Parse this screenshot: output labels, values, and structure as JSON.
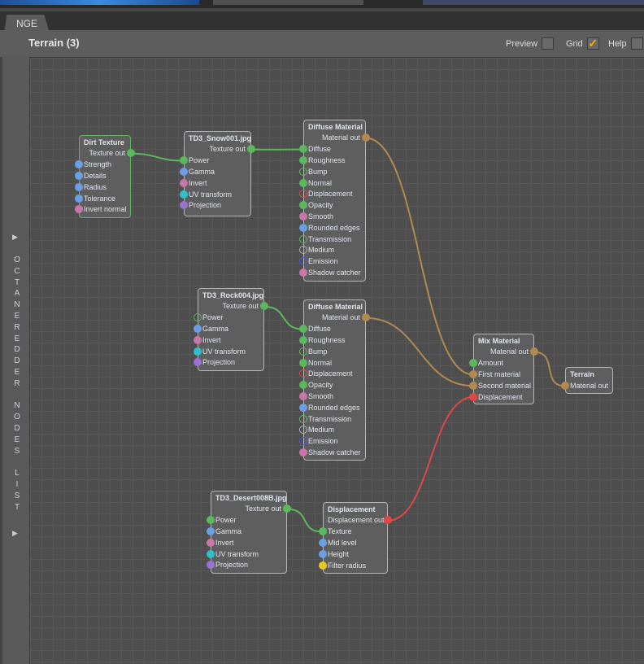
{
  "tab": "NGE",
  "header": {
    "title": "Terrain (3)",
    "preview_label": "Preview",
    "preview_checked": false,
    "grid_label": "Grid",
    "grid_checked": true,
    "help_label": "Help",
    "help_checked": false
  },
  "sidebar": {
    "label": "OCTANEREDDER NODES LIST"
  },
  "colors": {
    "green": "#5cb85c",
    "blue": "#6a9fe6",
    "pink": "#c878a8",
    "cyan": "#2fc0c8",
    "purple": "#9a72d0",
    "tan": "#b08a50",
    "red": "#e04848",
    "grey": "#b0b0b0",
    "darkblue": "#4a5ae8",
    "yellow": "#e8c820"
  },
  "nodes": [
    {
      "id": "dirt",
      "title": "Dirt Texture",
      "selected": true,
      "output": {
        "label": "Texture out",
        "color": "green"
      },
      "inputs": [
        {
          "label": "Strength",
          "color": "blue"
        },
        {
          "label": "Details",
          "color": "blue"
        },
        {
          "label": "Radius",
          "color": "blue"
        },
        {
          "label": "Tolerance",
          "color": "blue"
        },
        {
          "label": "Invert normal",
          "color": "pink"
        }
      ]
    },
    {
      "id": "snow",
      "title": "TD3_Snow001.jpg",
      "output": {
        "label": "Texture out",
        "color": "green"
      },
      "inputs": [
        {
          "label": "Power",
          "color": "green"
        },
        {
          "label": "Gamma",
          "color": "blue"
        },
        {
          "label": "Invert",
          "color": "pink"
        },
        {
          "label": "UV transform",
          "color": "cyan"
        },
        {
          "label": "Projection",
          "color": "purple"
        }
      ]
    },
    {
      "id": "diff1",
      "title": "Diffuse Material",
      "output": {
        "label": "Material out",
        "color": "tan"
      },
      "inputs": [
        {
          "label": "Diffuse",
          "color": "green"
        },
        {
          "label": "Roughness",
          "color": "green"
        },
        {
          "label": "Bump",
          "color": "green",
          "hollow": true
        },
        {
          "label": "Normal",
          "color": "green"
        },
        {
          "label": "Displacement",
          "color": "red",
          "hollow": true
        },
        {
          "label": "Opacity",
          "color": "green"
        },
        {
          "label": "Smooth",
          "color": "pink"
        },
        {
          "label": "Rounded edges",
          "color": "blue"
        },
        {
          "label": "Transmission",
          "color": "green",
          "hollow": true
        },
        {
          "label": "Medium",
          "color": "grey",
          "hollow": true
        },
        {
          "label": "Emission",
          "color": "darkblue",
          "hollow": true
        },
        {
          "label": "Shadow  catcher",
          "color": "pink"
        }
      ]
    },
    {
      "id": "rock",
      "title": "TD3_Rock004.jpg",
      "output": {
        "label": "Texture out",
        "color": "green"
      },
      "inputs": [
        {
          "label": "Power",
          "color": "green",
          "hollow": true
        },
        {
          "label": "Gamma",
          "color": "blue"
        },
        {
          "label": "Invert",
          "color": "pink"
        },
        {
          "label": "UV transform",
          "color": "cyan"
        },
        {
          "label": "Projection",
          "color": "purple"
        }
      ]
    },
    {
      "id": "diff2",
      "title": "Diffuse Material",
      "output": {
        "label": "Material out",
        "color": "tan"
      },
      "inputs": [
        {
          "label": "Diffuse",
          "color": "green"
        },
        {
          "label": "Roughness",
          "color": "green"
        },
        {
          "label": "Bump",
          "color": "green",
          "hollow": true
        },
        {
          "label": "Normal",
          "color": "green"
        },
        {
          "label": "Displacement",
          "color": "red",
          "hollow": true
        },
        {
          "label": "Opacity",
          "color": "green"
        },
        {
          "label": "Smooth",
          "color": "pink"
        },
        {
          "label": "Rounded edges",
          "color": "blue"
        },
        {
          "label": "Transmission",
          "color": "green",
          "hollow": true
        },
        {
          "label": "Medium",
          "color": "grey",
          "hollow": true
        },
        {
          "label": "Emission",
          "color": "darkblue",
          "hollow": true
        },
        {
          "label": "Shadow  catcher",
          "color": "pink"
        }
      ]
    },
    {
      "id": "mix",
      "title": "Mix Material",
      "output": {
        "label": "Material out",
        "color": "tan"
      },
      "inputs": [
        {
          "label": "Amount",
          "color": "green"
        },
        {
          "label": "First material",
          "color": "tan"
        },
        {
          "label": "Second material",
          "color": "tan"
        },
        {
          "label": "Displacement",
          "color": "red"
        }
      ]
    },
    {
      "id": "terrain",
      "title": "Terrain",
      "inputs": [
        {
          "label": "Material out",
          "color": "tan"
        }
      ]
    },
    {
      "id": "desert",
      "title": "TD3_Desert008B.jpg",
      "output": {
        "label": "Texture out",
        "color": "green"
      },
      "inputs": [
        {
          "label": "Power",
          "color": "green"
        },
        {
          "label": "Gamma",
          "color": "blue"
        },
        {
          "label": "Invert",
          "color": "pink"
        },
        {
          "label": "UV transform",
          "color": "cyan"
        },
        {
          "label": "Projection",
          "color": "purple"
        }
      ]
    },
    {
      "id": "disp",
      "title": "Displacement",
      "output": {
        "label": "Displacement out",
        "color": "red"
      },
      "inputs": [
        {
          "label": "Texture",
          "color": "green"
        },
        {
          "label": "Mid level",
          "color": "blue"
        },
        {
          "label": "Height",
          "color": "blue"
        },
        {
          "label": "Filter radius",
          "color": "yellow"
        }
      ]
    }
  ],
  "links": [
    {
      "from": "dirt",
      "to": "snow",
      "input": 0,
      "color": "green"
    },
    {
      "from": "snow",
      "to": "diff1",
      "input": 0,
      "color": "green"
    },
    {
      "from": "rock",
      "to": "diff2",
      "input": 0,
      "color": "green"
    },
    {
      "from": "diff1",
      "to": "mix",
      "input": 1,
      "color": "tan"
    },
    {
      "from": "diff2",
      "to": "mix",
      "input": 2,
      "color": "tan"
    },
    {
      "from": "desert",
      "to": "disp",
      "input": 0,
      "color": "green"
    },
    {
      "from": "disp",
      "to": "mix",
      "input": 3,
      "color": "red"
    },
    {
      "from": "mix",
      "to": "terrain",
      "input": 0,
      "color": "tan"
    }
  ]
}
